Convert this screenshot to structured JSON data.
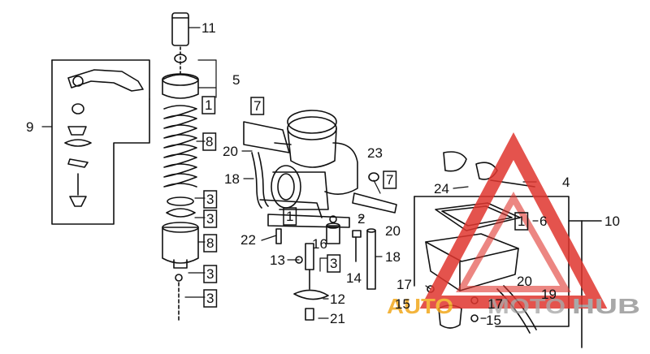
{
  "diagram": {
    "callouts": {
      "c11": "11",
      "c5": "5",
      "c1a": "1",
      "c9": "9",
      "c8a": "8",
      "c3a": "3",
      "c3b": "3",
      "c8b": "8",
      "c3c": "3",
      "c3d": "3",
      "c7a": "7",
      "c20a": "20",
      "c18a": "18",
      "c23": "23",
      "c7b": "7",
      "c1b": "1",
      "c2": "2",
      "c20b": "20",
      "c22": "22",
      "c16": "16",
      "c13": "13",
      "c3e": "3",
      "c14": "14",
      "c18b": "18",
      "c12": "12",
      "c21": "21",
      "c24": "24",
      "c4": "4",
      "c1c": "1",
      "c6": "6",
      "c10": "10",
      "c17a": "17",
      "c17b": "17",
      "c15a": "15",
      "c15b": "15",
      "c20c": "20",
      "c19": "19"
    },
    "boxed_callouts": [
      "c1a",
      "c8a",
      "c3a",
      "c3b",
      "c8b",
      "c3c",
      "c3d",
      "c7a",
      "c7b",
      "c1b",
      "c3e",
      "c1c"
    ]
  },
  "watermark": {
    "text_left": "AUTO",
    "text_right": "MOTO",
    "text_end": "HUB",
    "color_red": "#e0362f",
    "color_gray": "#9a9a9a",
    "color_yellow": "#f2a71b"
  },
  "colors": {
    "ink": "#111111",
    "paper": "#ffffff"
  }
}
